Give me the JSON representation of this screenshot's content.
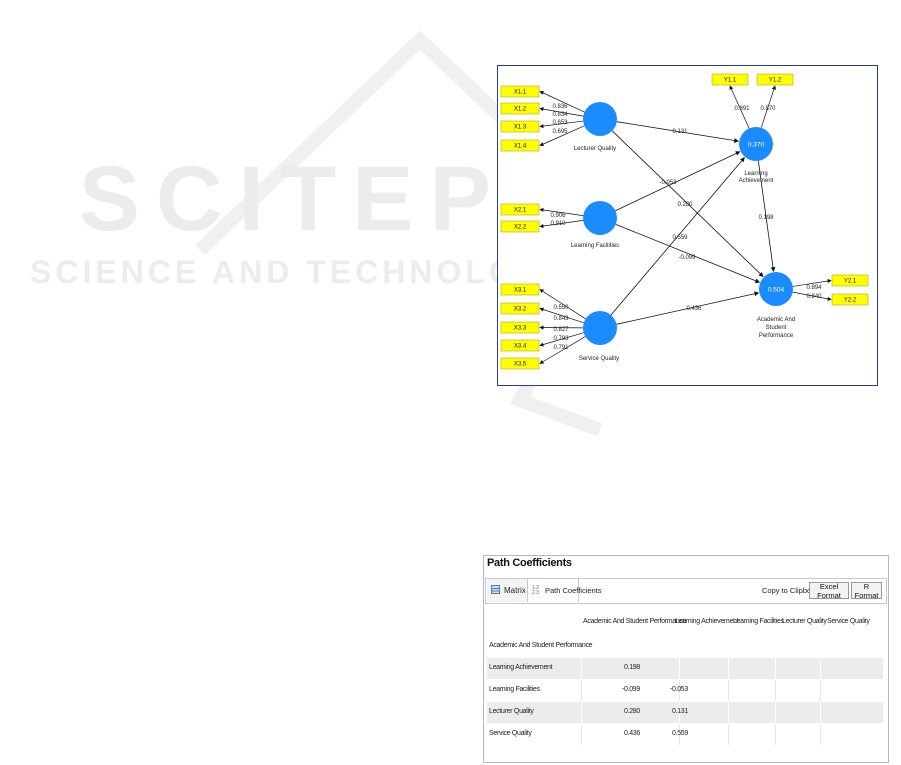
{
  "watermark": {
    "line1": "SCITEPRESS",
    "line2": "SCIENCE AND TECHNOLOGY PUBLICATIONS"
  },
  "colors": {
    "latent": "#1a8cff",
    "indicator_fill": "#ffff00",
    "indicator_border": "#999900",
    "frame": "#2b3f8f"
  },
  "diagram": {
    "latent": [
      {
        "id": "lq",
        "name": "Lecturer Quality",
        "r2": ""
      },
      {
        "id": "lf",
        "name": "Learning Facilities",
        "r2": ""
      },
      {
        "id": "sq",
        "name": "Service Quality",
        "r2": ""
      },
      {
        "id": "la",
        "name_lines": [
          "Learning",
          "Achievement"
        ],
        "r2": "0.370"
      },
      {
        "id": "asp",
        "name_lines": [
          "Academic And",
          "Student",
          "Performance"
        ],
        "r2": "0.504"
      }
    ],
    "indicators": [
      {
        "label": "X1.1",
        "loading": "0.836",
        "latent": "lq"
      },
      {
        "label": "X1.2",
        "loading": "0.834",
        "latent": "lq"
      },
      {
        "label": "X1.3",
        "loading": "0.653",
        "latent": "lq"
      },
      {
        "label": "X1.4",
        "loading": "0.695",
        "latent": "lq"
      },
      {
        "label": "X2.1",
        "loading": "0.906",
        "latent": "lf"
      },
      {
        "label": "X2.2",
        "loading": "0.910",
        "latent": "lf"
      },
      {
        "label": "X3.1",
        "loading": "0.550",
        "latent": "sq"
      },
      {
        "label": "X3.2",
        "loading": "0.843",
        "latent": "sq"
      },
      {
        "label": "X3.3",
        "loading": "0.827",
        "latent": "sq"
      },
      {
        "label": "X3.4",
        "loading": "0.793",
        "latent": "sq"
      },
      {
        "label": "X3.5",
        "loading": "0.791",
        "latent": "sq"
      },
      {
        "label": "Y1.1",
        "loading": "0.891",
        "latent": "la"
      },
      {
        "label": "Y1.2",
        "loading": "0.870",
        "latent": "la"
      },
      {
        "label": "Y2.1",
        "loading": "0.894",
        "latent": "asp"
      },
      {
        "label": "Y2.2",
        "loading": "0.840",
        "latent": "asp"
      }
    ],
    "paths": [
      {
        "from": "lq",
        "to": "la",
        "coef": "0.131"
      },
      {
        "from": "lq",
        "to": "asp",
        "coef": "0.280"
      },
      {
        "from": "lf",
        "to": "la",
        "coef": "-0.053"
      },
      {
        "from": "lf",
        "to": "asp",
        "coef": "-0.099"
      },
      {
        "from": "sq",
        "to": "la",
        "coef": "0.559"
      },
      {
        "from": "sq",
        "to": "asp",
        "coef": "0.436"
      },
      {
        "from": "la",
        "to": "asp",
        "coef": "0.198"
      }
    ]
  },
  "panel": {
    "title": "Path Coefficients",
    "tabs": [
      "Matrix",
      "Path Coefficients"
    ],
    "copy_label": "Copy to Clipboard:",
    "buttons": [
      "Excel Format",
      "R Format"
    ],
    "columns": [
      "Academic And Student Performance",
      "Learning Achievement",
      "Learning Facilities",
      "Lecturer Quality",
      "Service Quality"
    ],
    "rows": [
      {
        "label": "Academic And Student Performance",
        "values": [
          "",
          "",
          "",
          "",
          ""
        ]
      },
      {
        "label": "Learning Achievement",
        "values": [
          "0.198",
          "",
          "",
          "",
          ""
        ]
      },
      {
        "label": "Learning Facilities",
        "values": [
          "-0.099",
          "-0.053",
          "",
          "",
          ""
        ]
      },
      {
        "label": "Lecturer Quality",
        "values": [
          "0.280",
          "0.131",
          "",
          "",
          ""
        ]
      },
      {
        "label": "Service Quality",
        "values": [
          "0.436",
          "0.559",
          "",
          "",
          ""
        ]
      }
    ]
  }
}
